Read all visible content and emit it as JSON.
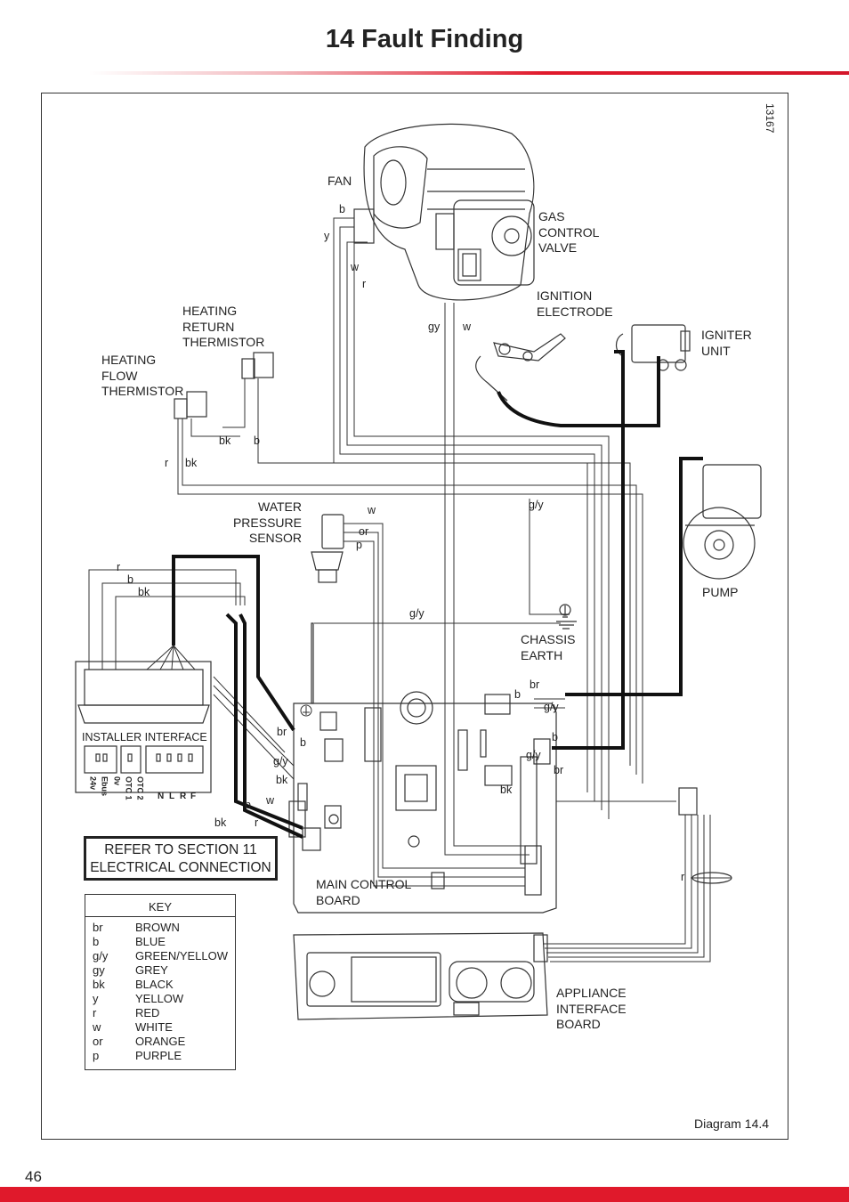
{
  "header": {
    "title": "14  Fault Finding"
  },
  "diagram": {
    "ref_number": "13167",
    "caption": "Diagram 14.4",
    "components": {
      "fan": "FAN",
      "gas_valve": "GAS\nCONTROL\nVALVE",
      "ignition_electrode": "IGNITION\nELECTRODE",
      "igniter_unit": "IGNITER\nUNIT",
      "heating_return_thermistor": "HEATING\nRETURN\nTHERMISTOR",
      "heating_flow_thermistor": "HEATING\nFLOW\nTHERMISTOR",
      "water_pressure_sensor": "WATER\nPRESSURE\nSENSOR",
      "pump": "PUMP",
      "chassis_earth": "CHASSIS\nEARTH",
      "main_control_board": "MAIN CONTROL\nBOARD",
      "appliance_interface_board": "APPLIANCE\nINTERFACE\nBOARD",
      "installer_interface": "INSTALLER INTERFACE"
    },
    "terminal_labels": {
      "t24v": "24v",
      "ebus": "Ebus",
      "t0v": "0v",
      "otc1": "OTC 1",
      "otc2": "OTC 2",
      "n": "N",
      "l": "L",
      "r": "R",
      "f": "F"
    },
    "wire_labels": {
      "fan_b": "b",
      "fan_y": "y",
      "fan_w": "w",
      "fan_r": "r",
      "gv_gy": "gy",
      "gv_w": "w",
      "therm_bk": "bk",
      "therm_b": "b",
      "flow_r": "r",
      "flow_bk": "bk",
      "wps_w": "w",
      "wps_or": "or",
      "wps_p": "p",
      "gy_earth": "g/y",
      "gy_chassis": "g/y",
      "ii_r": "r",
      "ii_b": "b",
      "ii_bk": "bk",
      "pump_b": "b",
      "pump_br": "br",
      "pump_gy": "g/y",
      "ig_b": "b",
      "ig_gy": "g/y",
      "ig_br": "br",
      "mcb_bk": "bk",
      "left_br": "br",
      "left_b": "b",
      "left_gy": "g/y",
      "left_bk": "bk",
      "left_w": "w",
      "bot_b": "b",
      "bot_bk": "bk",
      "bot_r": "r",
      "aib_r": "r"
    },
    "refer_text": "REFER TO SECTION 11\nELECTRICAL CONNECTION"
  },
  "key": {
    "title": "KEY",
    "rows": [
      {
        "code": "br",
        "name": "BROWN"
      },
      {
        "code": "b",
        "name": "BLUE"
      },
      {
        "code": "g/y",
        "name": "GREEN/YELLOW"
      },
      {
        "code": "gy",
        "name": "GREY"
      },
      {
        "code": "bk",
        "name": "BLACK"
      },
      {
        "code": "y",
        "name": "YELLOW"
      },
      {
        "code": "r",
        "name": "RED"
      },
      {
        "code": "w",
        "name": "WHITE"
      },
      {
        "code": "or",
        "name": "ORANGE"
      },
      {
        "code": "p",
        "name": "PURPLE"
      }
    ]
  },
  "footer": {
    "page_number": "46"
  },
  "colors": {
    "accent_red": "#e0192b",
    "line": "#333333",
    "thick_wire": "#111111"
  }
}
